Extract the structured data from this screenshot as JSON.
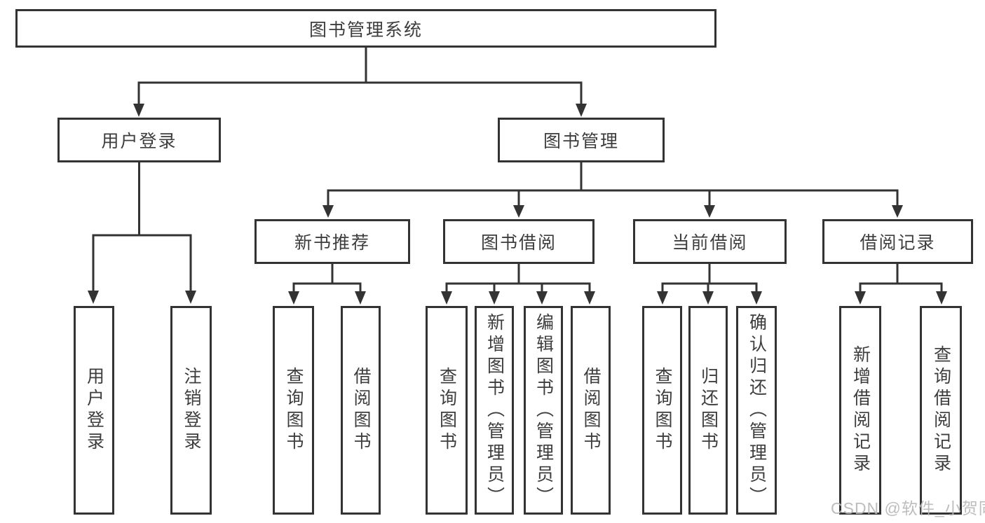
{
  "colors": {
    "line": "#333333",
    "box_border": "#333333",
    "text": "#3d3d3d",
    "watermark": "#b7b7b7",
    "background": "#ffffff"
  },
  "watermark": "CSDN @软件_小贺同学",
  "tree": {
    "root": {
      "label": "图书管理系统"
    },
    "branches": [
      {
        "label": "用户登录",
        "children": [
          {
            "label": "用户登录"
          },
          {
            "label": "注销登录"
          }
        ]
      },
      {
        "label": "图书管理",
        "children": [
          {
            "label": "新书推荐",
            "children": [
              {
                "label": "查询图书"
              },
              {
                "label": "借阅图书"
              }
            ]
          },
          {
            "label": "图书借阅",
            "children": [
              {
                "label": "查询图书"
              },
              {
                "label": "新增图书（管理员）"
              },
              {
                "label": "编辑图书（管理员）"
              },
              {
                "label": "借阅图书"
              }
            ]
          },
          {
            "label": "当前借阅",
            "children": [
              {
                "label": "查询图书"
              },
              {
                "label": "归还图书"
              },
              {
                "label": "确认归还（管理员）"
              }
            ]
          },
          {
            "label": "借阅记录",
            "children": [
              {
                "label": "新增借阅记录"
              },
              {
                "label": "查询借阅记录"
              }
            ]
          }
        ]
      }
    ]
  }
}
